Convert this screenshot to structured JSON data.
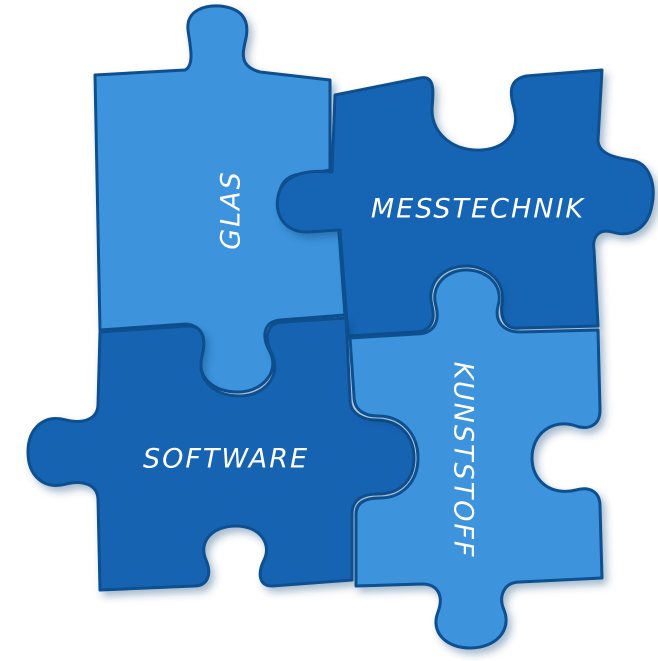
{
  "pieces": [
    {
      "id": "glas",
      "label": "GLAS",
      "color": "#3e94dd"
    },
    {
      "id": "messtechnik",
      "label": "MESSTECHNIK",
      "color": "#1865b4"
    },
    {
      "id": "software",
      "label": "SOFTWARE",
      "color": "#1963b2"
    },
    {
      "id": "kunststoff",
      "label": "KUNSTSTOFF",
      "color": "#3c93dc"
    }
  ],
  "colors": {
    "outline": "#0e4f8f",
    "background": "#ffffff"
  }
}
